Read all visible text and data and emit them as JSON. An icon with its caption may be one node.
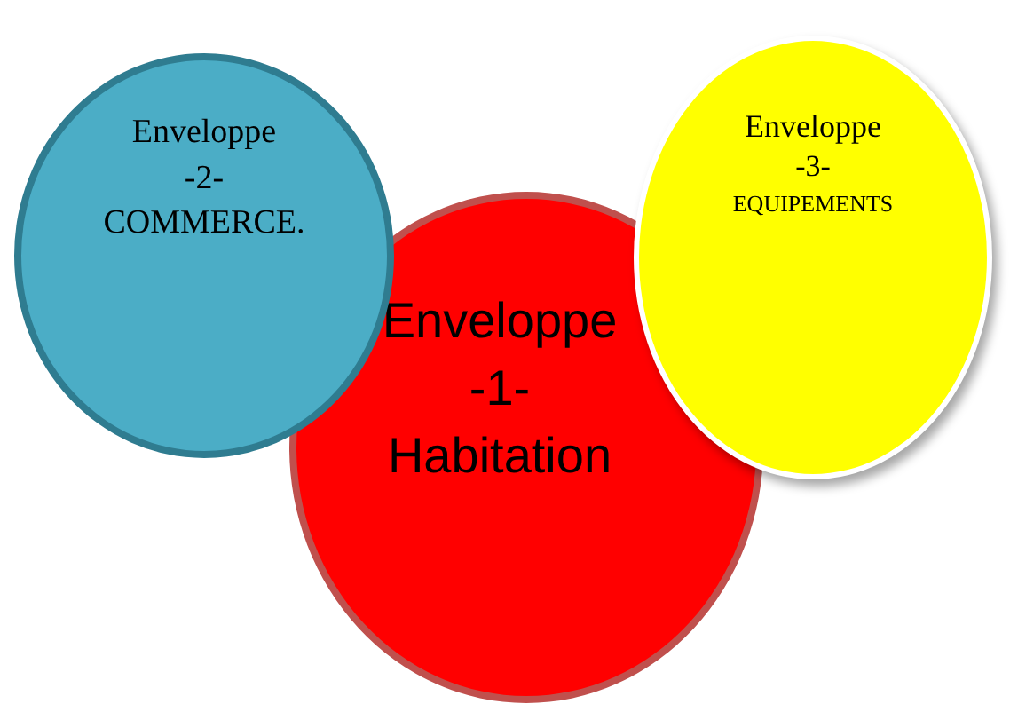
{
  "diagram": {
    "nodes": [
      {
        "text": [
          "Enveloppe",
          "-2-",
          "COMMERCE."
        ]
      },
      {
        "text": [
          "Enveloppe",
          "-3-",
          "EQUIPEMENTS"
        ]
      },
      {
        "text": [
          "Enveloppe",
          "-1-",
          "Habitation"
        ]
      }
    ]
  }
}
